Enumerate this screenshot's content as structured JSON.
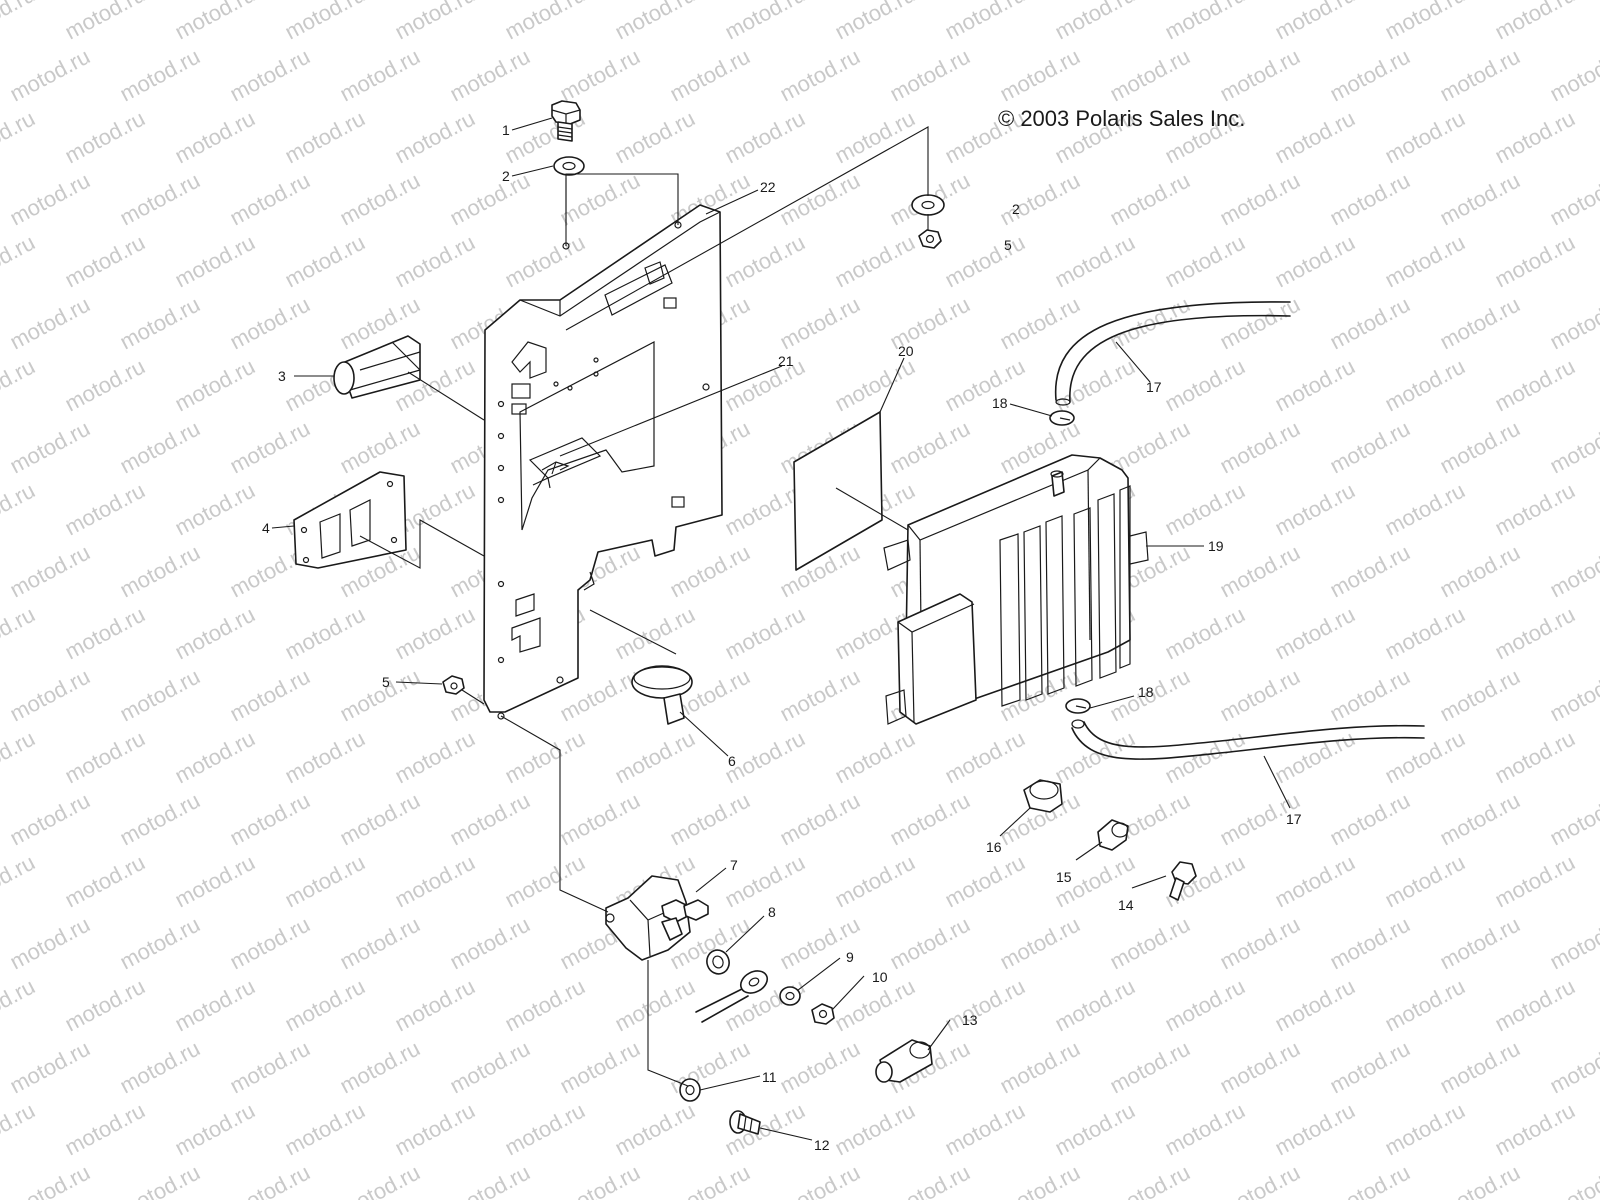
{
  "copyright": "© 2003 Polaris Sales Inc.",
  "watermark": "motod.ru",
  "callouts": {
    "c1": "1",
    "c2a": "2",
    "c2b": "2",
    "c3": "3",
    "c4": "4",
    "c5a": "5",
    "c5b": "5",
    "c6": "6",
    "c7": "7",
    "c8": "8",
    "c9": "9",
    "c10": "10",
    "c11": "11",
    "c12": "12",
    "c13": "13",
    "c14": "14",
    "c15": "15",
    "c16": "16",
    "c17a": "17",
    "c17b": "17",
    "c18a": "18",
    "c18b": "18",
    "c19": "19",
    "c20": "20",
    "c21": "21",
    "c22": "22"
  }
}
